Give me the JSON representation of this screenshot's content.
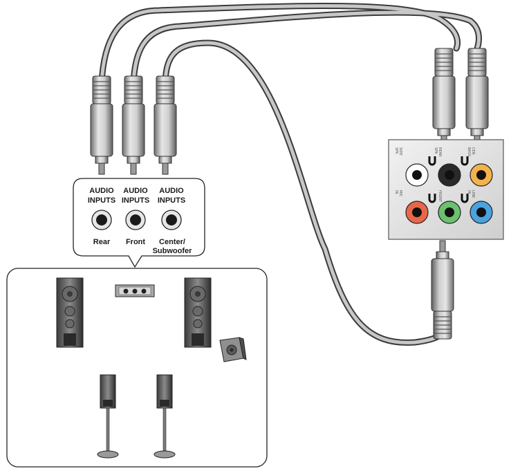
{
  "inputs": [
    {
      "title_line1": "AUDIO",
      "title_line2": "INPUTS",
      "name": "Rear"
    },
    {
      "title_line1": "AUDIO",
      "title_line2": "INPUTS",
      "name": "Front"
    },
    {
      "title_line1": "AUDIO",
      "title_line2": "INPUTS",
      "name": "Center/",
      "name_line2": "Subwoofer"
    }
  ],
  "rear_panel": {
    "ports": [
      {
        "label_line1": "SIDE",
        "label_line2": "SPK",
        "color": "#ffffff"
      },
      {
        "label_line1": "REAR",
        "label_line2": "SPK",
        "color": "#2a2a2a"
      },
      {
        "label_line1": "CEN",
        "label_line2": "BASS",
        "color": "#f3b24a"
      },
      {
        "label_line1": "MIC",
        "label_line2": "IN",
        "color": "#e8674a"
      },
      {
        "label_line1": "FRONT",
        "label_line2": "",
        "color": "#6cc16e"
      },
      {
        "label_line1": "LINE",
        "label_line2": "IN",
        "color": "#4aa3df"
      }
    ]
  },
  "colors": {
    "cable": "#bdbdbd",
    "cable_outline": "#3a3a3a",
    "panel": "#d9d9d9",
    "speaker": "#5a5a5a"
  }
}
